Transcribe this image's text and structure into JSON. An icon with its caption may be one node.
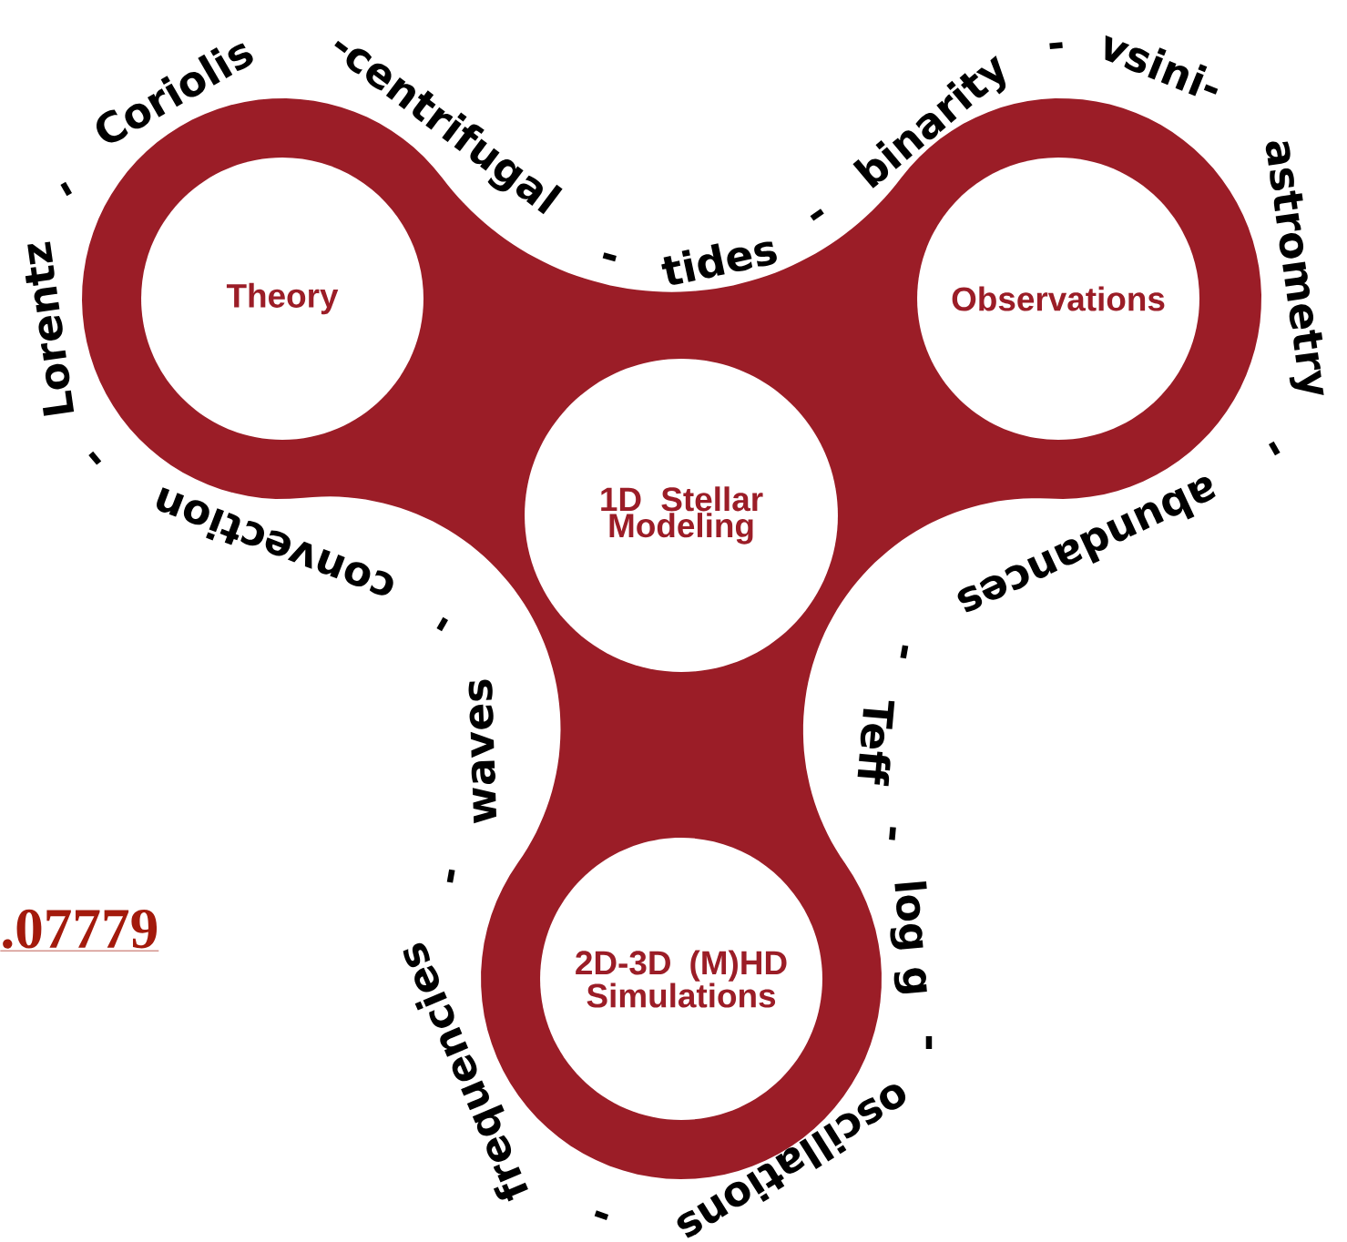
{
  "diagram": {
    "nodes": [
      {
        "text": [
          "Theory"
        ]
      },
      {
        "text": [
          "Observations"
        ]
      },
      {
        "text": [
          "1D Stellar Modeling"
        ]
      },
      {
        "text": [
          "2D-3D (M)HD Simulations"
        ]
      }
    ],
    "labels": [
      "Coriolis",
      "-centrifugal",
      "-",
      "tides",
      "-",
      "binarity",
      "-",
      "vsini-",
      "astrometry",
      "-",
      "abundances",
      "-",
      "Teff",
      "-",
      "log g",
      "-",
      "oscillations",
      "-",
      "frequencies",
      "-",
      "waves",
      "-",
      "convection",
      "-",
      "Lorentz",
      "-",
      ".07779"
    ]
  }
}
